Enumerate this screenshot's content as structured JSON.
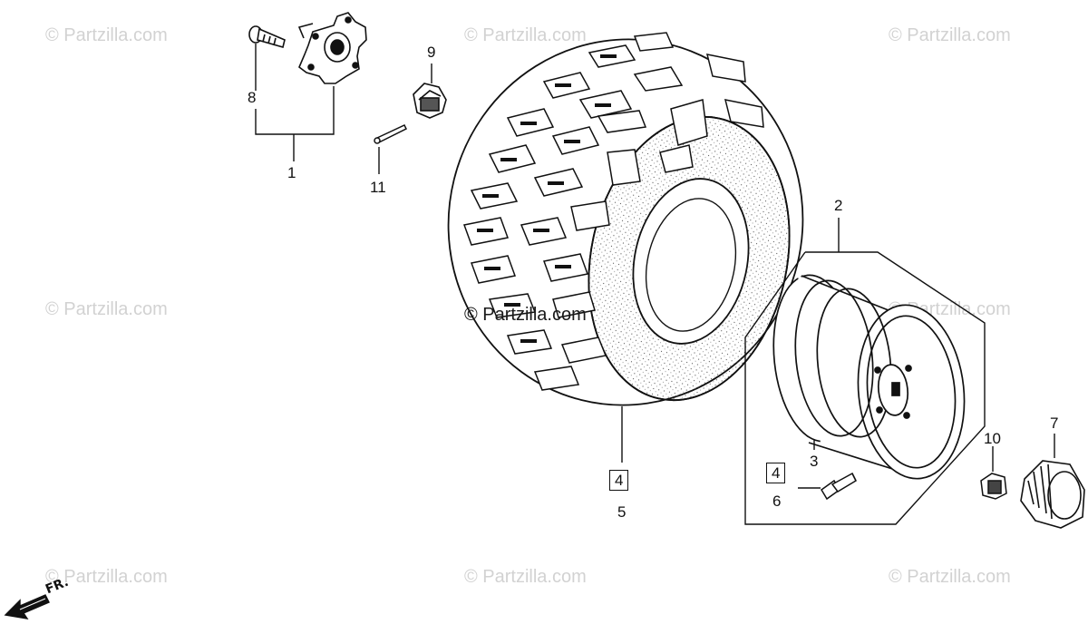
{
  "diagram": {
    "watermark_text": "© Partzilla.com",
    "center_watermark_text": "© Partzilla.com",
    "direction_label": "FR.",
    "callouts": {
      "c1": "1",
      "c2": "2",
      "c3": "3",
      "c4a": "4",
      "c4b": "4",
      "c5": "5",
      "c6": "6",
      "c7": "7",
      "c8": "8",
      "c9": "9",
      "c10": "10",
      "c11": "11"
    }
  },
  "colors": {
    "line": "#111111",
    "watermark": "#d2d2d2",
    "background": "#ffffff"
  }
}
